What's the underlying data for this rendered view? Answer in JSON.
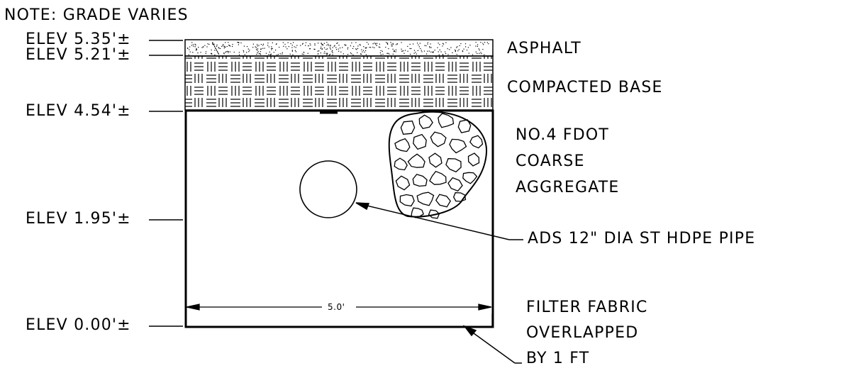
{
  "note": "NOTE: GRADE VARIES",
  "elevations": {
    "e1": "ELEV 5.35'±",
    "e2": "ELEV 5.21'±",
    "e3": "ELEV 4.54'±",
    "e4": "ELEV 1.95'±",
    "e5": "ELEV 0.00'±"
  },
  "layers": {
    "asphalt": "ASPHALT",
    "base": "COMPACTED BASE",
    "aggregate_line1": "NO.4 FDOT",
    "aggregate_line2": "COARSE",
    "aggregate_line3": "AGGREGATE"
  },
  "pipe_label": "ADS 12\" DIA ST HDPE PIPE",
  "fabric": {
    "line1": "FILTER FABRIC",
    "line2": "OVERLAPPED",
    "line3": "BY 1 FT"
  },
  "width_dimension": "5.0'"
}
